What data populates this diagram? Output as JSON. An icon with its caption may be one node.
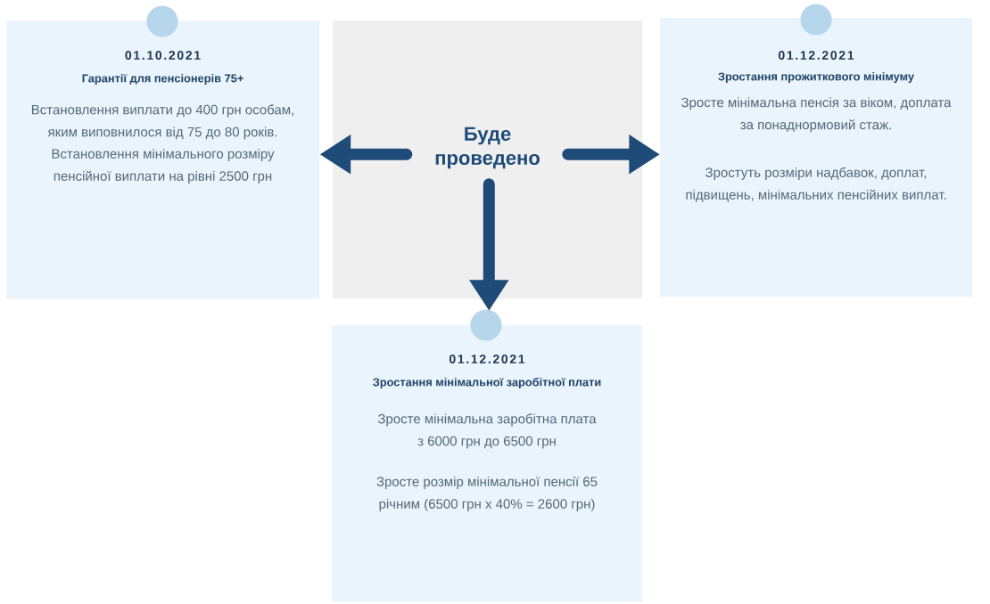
{
  "diagram": {
    "nodes": [
      {
        "text": [
          "01.10.2021",
          "Гарантії для пенсіонерів 75+",
          "Встановлення виплати до 400 грн особам, яким виповнилося від 75 до 80 років.",
          "Встановлення мінімального розміру пенсійної виплати на рівні 2500 грн"
        ]
      },
      {
        "text": [
          "Буде проведено"
        ]
      },
      {
        "text": [
          "01.12.2021",
          "Зростання прожиткового мінімуму",
          "Зросте мінімальна пенсія за віком, доплата за понаднормовий стаж.",
          "Зростуть розміри надбавок, доплат, підвищень, мінімальних пенсійних виплат."
        ]
      },
      {
        "text": [
          "01.12.2021",
          "Зростання мінімальної заробітної плати",
          "Зросте мінімальна заробітна плата з 6000 грн до 6500 грн",
          "Зросте розмір мінімальної пенсії 65 річним (6500 грн x 40% = 2600 грн)"
        ]
      }
    ],
    "edges": [
      {
        "from": 1,
        "to": 0,
        "arrow": "to"
      },
      {
        "from": 1,
        "to": 2,
        "arrow": "to"
      },
      {
        "from": 1,
        "to": 3,
        "arrow": "to"
      }
    ]
  }
}
